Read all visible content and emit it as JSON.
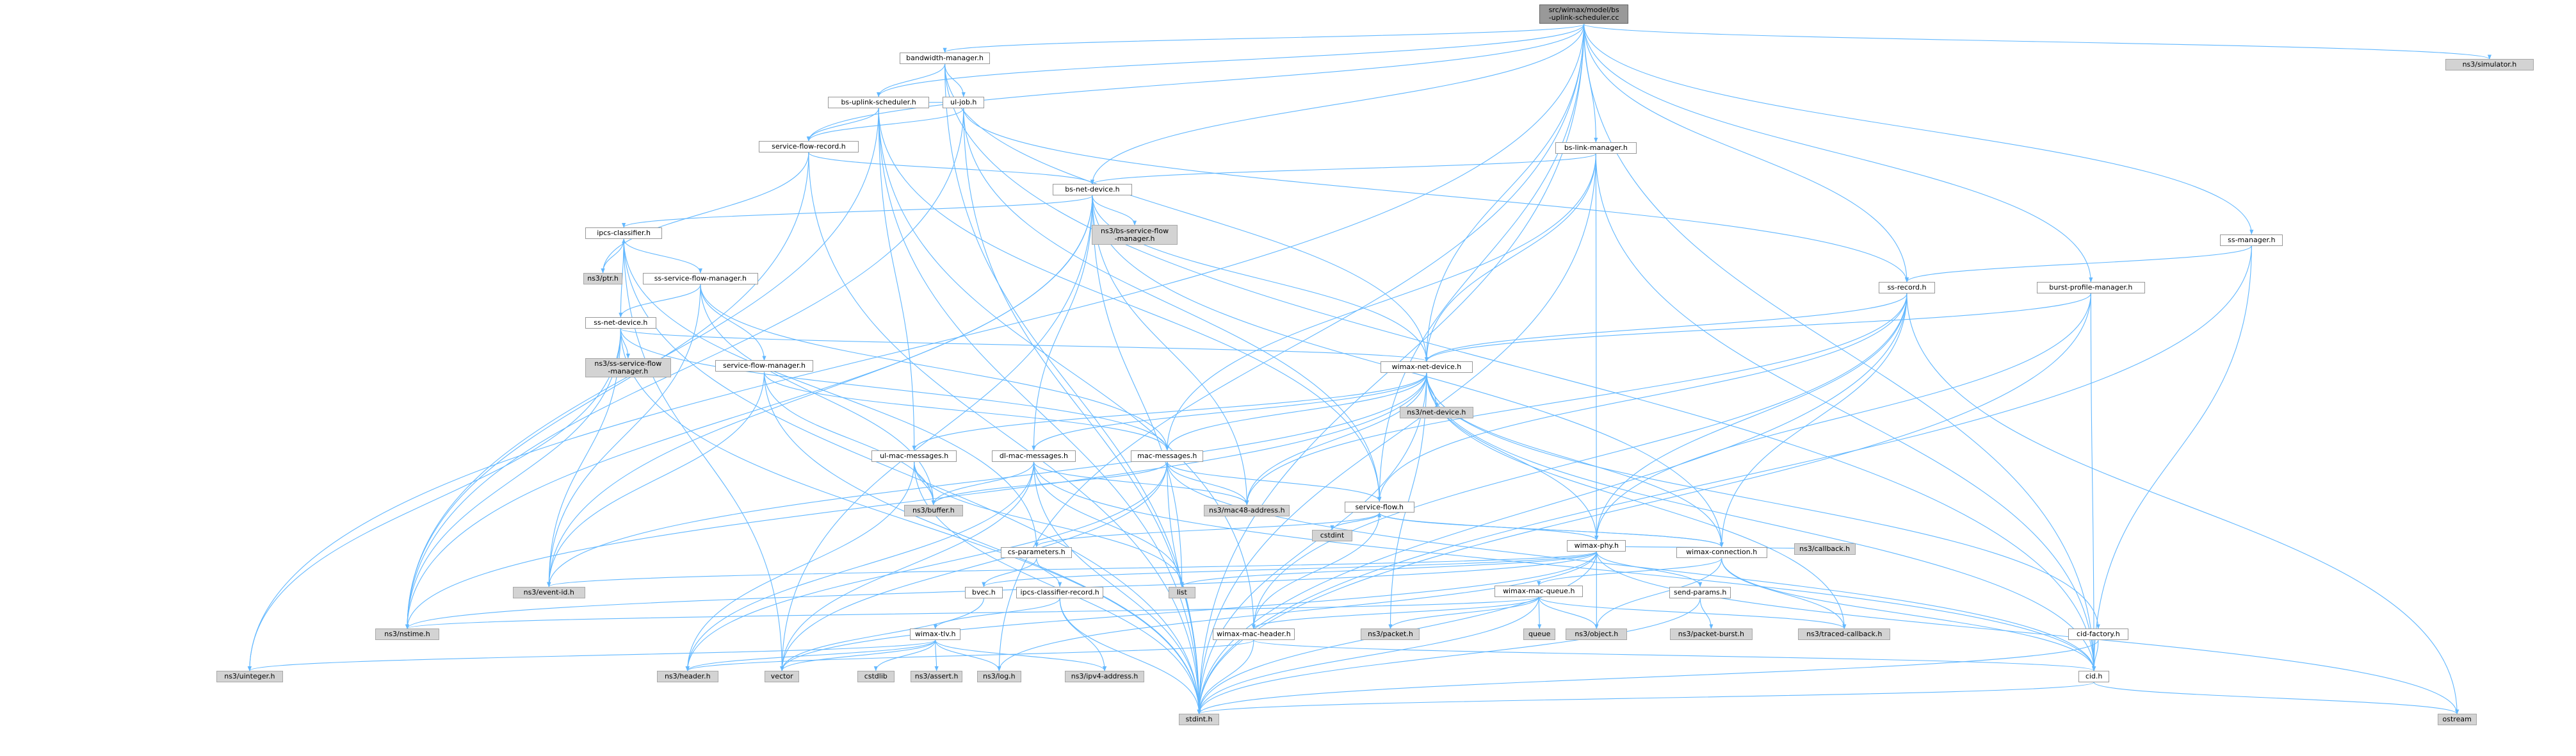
{
  "graph": {
    "edge_color": "#63b8ff",
    "nodes": [
      {
        "id": "root",
        "lines": [
          "src/wimax/model/bs",
          "-uplink-scheduler.cc"
        ],
        "style": "root"
      },
      {
        "id": "bwm",
        "lines": [
          "bandwidth-manager.h"
        ],
        "style": "normal"
      },
      {
        "id": "sim",
        "lines": [
          "ns3/simulator.h"
        ],
        "style": "ext"
      },
      {
        "id": "bsus",
        "lines": [
          "bs-uplink-scheduler.h"
        ],
        "style": "normal"
      },
      {
        "id": "uljob",
        "lines": [
          "ul-job.h"
        ],
        "style": "normal"
      },
      {
        "id": "bslm",
        "lines": [
          "bs-link-manager.h"
        ],
        "style": "normal"
      },
      {
        "id": "sfr",
        "lines": [
          "service-flow-record.h"
        ],
        "style": "normal"
      },
      {
        "id": "bsnd",
        "lines": [
          "bs-net-device.h"
        ],
        "style": "normal"
      },
      {
        "id": "bssfm",
        "lines": [
          "ns3/bs-service-flow",
          "-manager.h"
        ],
        "style": "ext"
      },
      {
        "id": "ipcs",
        "lines": [
          "ipcs-classifier.h"
        ],
        "style": "normal"
      },
      {
        "id": "ptr",
        "lines": [
          "ns3/ptr.h"
        ],
        "style": "ext"
      },
      {
        "id": "sssfm",
        "lines": [
          "ss-service-flow-manager.h"
        ],
        "style": "normal"
      },
      {
        "id": "ssnd",
        "lines": [
          "ss-net-device.h"
        ],
        "style": "normal"
      },
      {
        "id": "nsssfm",
        "lines": [
          "ns3/ss-service-flow",
          "-manager.h"
        ],
        "style": "ext"
      },
      {
        "id": "sfm",
        "lines": [
          "service-flow-manager.h"
        ],
        "style": "normal"
      },
      {
        "id": "ssmgr",
        "lines": [
          "ss-manager.h"
        ],
        "style": "normal"
      },
      {
        "id": "ssrec",
        "lines": [
          "ss-record.h"
        ],
        "style": "normal"
      },
      {
        "id": "bpm",
        "lines": [
          "burst-profile-manager.h"
        ],
        "style": "normal"
      },
      {
        "id": "wnd",
        "lines": [
          "wimax-net-device.h"
        ],
        "style": "normal"
      },
      {
        "id": "netdev",
        "lines": [
          "ns3/net-device.h"
        ],
        "style": "ext"
      },
      {
        "id": "ulmm",
        "lines": [
          "ul-mac-messages.h"
        ],
        "style": "normal"
      },
      {
        "id": "dlmm",
        "lines": [
          "dl-mac-messages.h"
        ],
        "style": "normal"
      },
      {
        "id": "macm",
        "lines": [
          "mac-messages.h"
        ],
        "style": "normal"
      },
      {
        "id": "buffer",
        "lines": [
          "ns3/buffer.h"
        ],
        "style": "ext"
      },
      {
        "id": "mac48",
        "lines": [
          "ns3/mac48-address.h"
        ],
        "style": "ext"
      },
      {
        "id": "sflow",
        "lines": [
          "service-flow.h"
        ],
        "style": "normal"
      },
      {
        "id": "cstdint",
        "lines": [
          "cstdint"
        ],
        "style": "ext"
      },
      {
        "id": "csparam",
        "lines": [
          "cs-parameters.h"
        ],
        "style": "normal"
      },
      {
        "id": "wphy",
        "lines": [
          "wimax-phy.h"
        ],
        "style": "normal"
      },
      {
        "id": "wconn",
        "lines": [
          "wimax-connection.h"
        ],
        "style": "normal"
      },
      {
        "id": "callback",
        "lines": [
          "ns3/callback.h"
        ],
        "style": "ext"
      },
      {
        "id": "eventid",
        "lines": [
          "ns3/event-id.h"
        ],
        "style": "ext"
      },
      {
        "id": "list",
        "lines": [
          "list"
        ],
        "style": "ext"
      },
      {
        "id": "bvec",
        "lines": [
          "bvec.h"
        ],
        "style": "normal"
      },
      {
        "id": "ipcsrec",
        "lines": [
          "ipcs-classifier-record.h"
        ],
        "style": "normal"
      },
      {
        "id": "wmq",
        "lines": [
          "wimax-mac-queue.h"
        ],
        "style": "normal"
      },
      {
        "id": "sendp",
        "lines": [
          "send-params.h"
        ],
        "style": "normal"
      },
      {
        "id": "nstime",
        "lines": [
          "ns3/nstime.h"
        ],
        "style": "ext"
      },
      {
        "id": "queue",
        "lines": [
          "queue"
        ],
        "style": "ext"
      },
      {
        "id": "object",
        "lines": [
          "ns3/object.h"
        ],
        "style": "ext"
      },
      {
        "id": "pktburst",
        "lines": [
          "ns3/packet-burst.h"
        ],
        "style": "ext"
      },
      {
        "id": "tracedcb",
        "lines": [
          "ns3/traced-callback.h"
        ],
        "style": "ext"
      },
      {
        "id": "cidfact",
        "lines": [
          "cid-factory.h"
        ],
        "style": "normal"
      },
      {
        "id": "wtlv",
        "lines": [
          "wimax-tlv.h"
        ],
        "style": "normal"
      },
      {
        "id": "wmh",
        "lines": [
          "wimax-mac-header.h"
        ],
        "style": "normal"
      },
      {
        "id": "packet",
        "lines": [
          "ns3/packet.h"
        ],
        "style": "ext"
      },
      {
        "id": "cid",
        "lines": [
          "cid.h"
        ],
        "style": "normal"
      },
      {
        "id": "uinteger",
        "lines": [
          "ns3/uinteger.h"
        ],
        "style": "ext"
      },
      {
        "id": "header",
        "lines": [
          "ns3/header.h"
        ],
        "style": "ext"
      },
      {
        "id": "vector",
        "lines": [
          "vector"
        ],
        "style": "ext"
      },
      {
        "id": "cstdlib",
        "lines": [
          "cstdlib"
        ],
        "style": "ext"
      },
      {
        "id": "assert",
        "lines": [
          "ns3/assert.h"
        ],
        "style": "ext"
      },
      {
        "id": "log",
        "lines": [
          "ns3/log.h"
        ],
        "style": "ext"
      },
      {
        "id": "ipv4",
        "lines": [
          "ns3/ipv4-address.h"
        ],
        "style": "ext"
      },
      {
        "id": "stdint",
        "lines": [
          "stdint.h"
        ],
        "style": "ext"
      },
      {
        "id": "ostream",
        "lines": [
          "ostream"
        ],
        "style": "ext"
      }
    ],
    "edges": [
      [
        "root",
        "bwm"
      ],
      [
        "root",
        "sim"
      ],
      [
        "root",
        "bsus"
      ],
      [
        "root",
        "sfr"
      ],
      [
        "root",
        "bsnd"
      ],
      [
        "root",
        "bslm"
      ],
      [
        "root",
        "ssmgr"
      ],
      [
        "root",
        "ssrec"
      ],
      [
        "root",
        "bpm"
      ],
      [
        "root",
        "wnd"
      ],
      [
        "root",
        "sflow"
      ],
      [
        "root",
        "uinteger"
      ],
      [
        "root",
        "log"
      ],
      [
        "root",
        "cid"
      ],
      [
        "root",
        "stdint"
      ],
      [
        "bwm",
        "bsus"
      ],
      [
        "bwm",
        "uljob"
      ],
      [
        "bwm",
        "wnd"
      ],
      [
        "bwm",
        "cid"
      ],
      [
        "bwm",
        "stdint"
      ],
      [
        "bsus",
        "sfr"
      ],
      [
        "bsus",
        "uljob"
      ],
      [
        "bsus",
        "ulmm"
      ],
      [
        "bsus",
        "sflow"
      ],
      [
        "bsus",
        "wmh"
      ],
      [
        "bsus",
        "nstime"
      ],
      [
        "bsus",
        "stdint"
      ],
      [
        "uljob",
        "sfr"
      ],
      [
        "uljob",
        "ssrec"
      ],
      [
        "uljob",
        "sflow"
      ],
      [
        "uljob",
        "nstime"
      ],
      [
        "uljob",
        "stdint"
      ],
      [
        "sfr",
        "bsnd"
      ],
      [
        "sfr",
        "ptr"
      ],
      [
        "sfr",
        "nstime"
      ],
      [
        "sfr",
        "stdint"
      ],
      [
        "bslm",
        "bsnd"
      ],
      [
        "bslm",
        "macm"
      ],
      [
        "bslm",
        "wnd"
      ],
      [
        "bslm",
        "wphy"
      ],
      [
        "bslm",
        "cid"
      ],
      [
        "bslm",
        "stdint"
      ],
      [
        "bsnd",
        "ipcs"
      ],
      [
        "bsnd",
        "bssfm"
      ],
      [
        "bsnd",
        "wnd"
      ],
      [
        "bsnd",
        "dlmm"
      ],
      [
        "bsnd",
        "mac48"
      ],
      [
        "bsnd",
        "eventid"
      ],
      [
        "bsnd",
        "nstime"
      ],
      [
        "bsnd",
        "vector"
      ],
      [
        "bsnd",
        "list"
      ],
      [
        "bsnd",
        "wconn"
      ],
      [
        "ipcs",
        "ptr"
      ],
      [
        "ipcs",
        "sssfm"
      ],
      [
        "ipcs",
        "csparam"
      ],
      [
        "ipcs",
        "vector"
      ],
      [
        "ipcs",
        "stdint"
      ],
      [
        "sssfm",
        "ssnd"
      ],
      [
        "sssfm",
        "sfm"
      ],
      [
        "sssfm",
        "macm"
      ],
      [
        "sssfm",
        "buffer"
      ],
      [
        "sssfm",
        "eventid"
      ],
      [
        "ssnd",
        "nsssfm"
      ],
      [
        "ssnd",
        "ipcs"
      ],
      [
        "ssnd",
        "wnd"
      ],
      [
        "ssnd",
        "eventid"
      ],
      [
        "ssnd",
        "nstime"
      ],
      [
        "ssnd",
        "uinteger"
      ],
      [
        "ssnd",
        "stdint"
      ],
      [
        "ssnd",
        "macm"
      ],
      [
        "sfm",
        "macm"
      ],
      [
        "sfm",
        "buffer"
      ],
      [
        "sfm",
        "eventid"
      ],
      [
        "sfm",
        "stdint"
      ],
      [
        "ssmgr",
        "ssrec"
      ],
      [
        "ssmgr",
        "cid"
      ],
      [
        "ssmgr",
        "stdint"
      ],
      [
        "ssrec",
        "wnd"
      ],
      [
        "ssrec",
        "sflow"
      ],
      [
        "ssrec",
        "mac48"
      ],
      [
        "ssrec",
        "wphy"
      ],
      [
        "ssrec",
        "wconn"
      ],
      [
        "ssrec",
        "stdint"
      ],
      [
        "ssrec",
        "ostream"
      ],
      [
        "ssrec",
        "wmh"
      ],
      [
        "bpm",
        "wnd"
      ],
      [
        "bpm",
        "wphy"
      ],
      [
        "bpm",
        "cid"
      ],
      [
        "bpm",
        "stdint"
      ],
      [
        "wnd",
        "netdev"
      ],
      [
        "wnd",
        "ulmm"
      ],
      [
        "wnd",
        "dlmm"
      ],
      [
        "wnd",
        "macm"
      ],
      [
        "wnd",
        "mac48"
      ],
      [
        "wnd",
        "wphy"
      ],
      [
        "wnd",
        "wconn"
      ],
      [
        "wnd",
        "cidfact"
      ],
      [
        "wnd",
        "eventid"
      ],
      [
        "wnd",
        "nstime"
      ],
      [
        "wnd",
        "packet"
      ],
      [
        "wnd",
        "tracedcb"
      ],
      [
        "wnd",
        "cid"
      ],
      [
        "wnd",
        "stdint"
      ],
      [
        "ulmm",
        "buffer"
      ],
      [
        "ulmm",
        "header"
      ],
      [
        "ulmm",
        "list"
      ],
      [
        "ulmm",
        "stdint"
      ],
      [
        "dlmm",
        "buffer"
      ],
      [
        "dlmm",
        "mac48"
      ],
      [
        "dlmm",
        "header"
      ],
      [
        "dlmm",
        "vector"
      ],
      [
        "dlmm",
        "stdint"
      ],
      [
        "dlmm",
        "list"
      ],
      [
        "dlmm",
        "cid"
      ],
      [
        "macm",
        "buffer"
      ],
      [
        "macm",
        "mac48"
      ],
      [
        "macm",
        "sflow"
      ],
      [
        "macm",
        "header"
      ],
      [
        "macm",
        "vector"
      ],
      [
        "macm",
        "stdint"
      ],
      [
        "macm",
        "cid"
      ],
      [
        "sflow",
        "cstdint"
      ],
      [
        "sflow",
        "csparam"
      ],
      [
        "sflow",
        "wphy"
      ],
      [
        "sflow",
        "wconn"
      ],
      [
        "sflow",
        "wmh"
      ],
      [
        "csparam",
        "ipcsrec"
      ],
      [
        "csparam",
        "bvec"
      ],
      [
        "wphy",
        "callback"
      ],
      [
        "wphy",
        "eventid"
      ],
      [
        "wphy",
        "nstime"
      ],
      [
        "wphy",
        "list"
      ],
      [
        "wphy",
        "bvec"
      ],
      [
        "wphy",
        "sendp"
      ],
      [
        "wphy",
        "object"
      ],
      [
        "wphy",
        "log"
      ],
      [
        "wphy",
        "vector"
      ],
      [
        "wphy",
        "stdint"
      ],
      [
        "wphy",
        "ostream"
      ],
      [
        "wconn",
        "wmq"
      ],
      [
        "wconn",
        "object"
      ],
      [
        "wconn",
        "tracedcb"
      ],
      [
        "wconn",
        "cid"
      ],
      [
        "wconn",
        "sflow"
      ],
      [
        "bvec",
        "vector"
      ],
      [
        "ipcsrec",
        "wtlv"
      ],
      [
        "ipcsrec",
        "ipv4"
      ],
      [
        "ipcsrec",
        "stdint"
      ],
      [
        "wmq",
        "queue"
      ],
      [
        "wmq",
        "object"
      ],
      [
        "wmq",
        "packet"
      ],
      [
        "wmq",
        "tracedcb"
      ],
      [
        "wmq",
        "wmh"
      ],
      [
        "wmq",
        "nstime"
      ],
      [
        "wmq",
        "stdint"
      ],
      [
        "sendp",
        "pktburst"
      ],
      [
        "sendp",
        "stdint"
      ],
      [
        "cidfact",
        "cid"
      ],
      [
        "cidfact",
        "stdint"
      ],
      [
        "wtlv",
        "cstdlib"
      ],
      [
        "wtlv",
        "assert"
      ],
      [
        "wtlv",
        "log"
      ],
      [
        "wtlv",
        "header"
      ],
      [
        "wtlv",
        "ipv4"
      ],
      [
        "wtlv",
        "vector"
      ],
      [
        "wtlv",
        "uinteger"
      ],
      [
        "wmh",
        "header"
      ],
      [
        "wmh",
        "cid"
      ],
      [
        "wmh",
        "stdint"
      ],
      [
        "cid",
        "ostream"
      ],
      [
        "cid",
        "stdint"
      ]
    ]
  }
}
